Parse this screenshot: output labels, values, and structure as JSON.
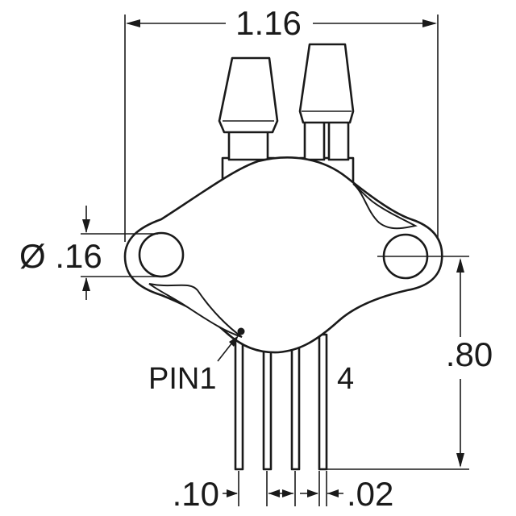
{
  "drawing": {
    "dim_width": "1.16",
    "dim_hole": "Ø .16",
    "dim_height": ".80",
    "dim_pitch": ".10",
    "dim_lead": ".02",
    "pin1_label": "PIN1",
    "pin4_label": "4"
  }
}
